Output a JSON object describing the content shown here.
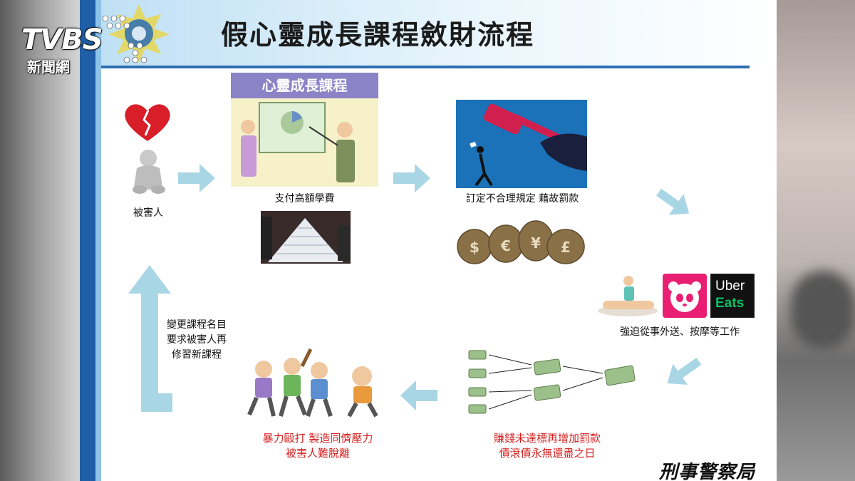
{
  "logo": {
    "brand": "TVBS",
    "sub": "新聞網"
  },
  "title": "假心靈成長課程斂財流程",
  "steps": {
    "victim": "被害人",
    "course_header": "心靈成長課程",
    "pay_fees": "支付高額學費",
    "rules_fines": "訂定不合理規定 藉故罰款",
    "forced_work": "強迫從事外送、按摩等工作",
    "debt_line1": "賺錢未達標再增加罰款",
    "debt_line2": "債滾債永無還盡之日",
    "violence_line1": "暴力毆打 製造同儕壓力",
    "violence_line2": "被害人難脫離",
    "rename_line1": "變更課程名目",
    "rename_line2": "要求被害人再",
    "rename_line3": "修習新課程"
  },
  "brands": {
    "uber_line1": "Uber",
    "uber_line2": "Eats"
  },
  "footer_logo": "刑事警察局",
  "colors": {
    "arrow": "#a9d6e5",
    "accent_red": "#d61f1f",
    "header_blue": "#1f5fa8",
    "course_purple": "#8c82c6"
  }
}
